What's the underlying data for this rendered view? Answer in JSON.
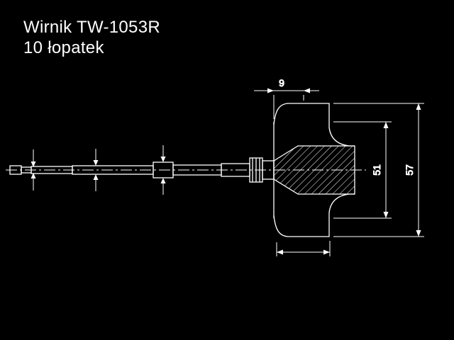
{
  "title": {
    "line1": "Wirnik TW-1053R",
    "line2": "10 łopatek"
  },
  "drawing": {
    "subject": "turbine-rotor-shaft-cross-section",
    "dimensions": {
      "inducer_width": "9",
      "blade_tip_diameter": "51",
      "wheel_outer_diameter": "57"
    }
  },
  "colors": {
    "background": "#000000",
    "line": "#ffffff"
  }
}
